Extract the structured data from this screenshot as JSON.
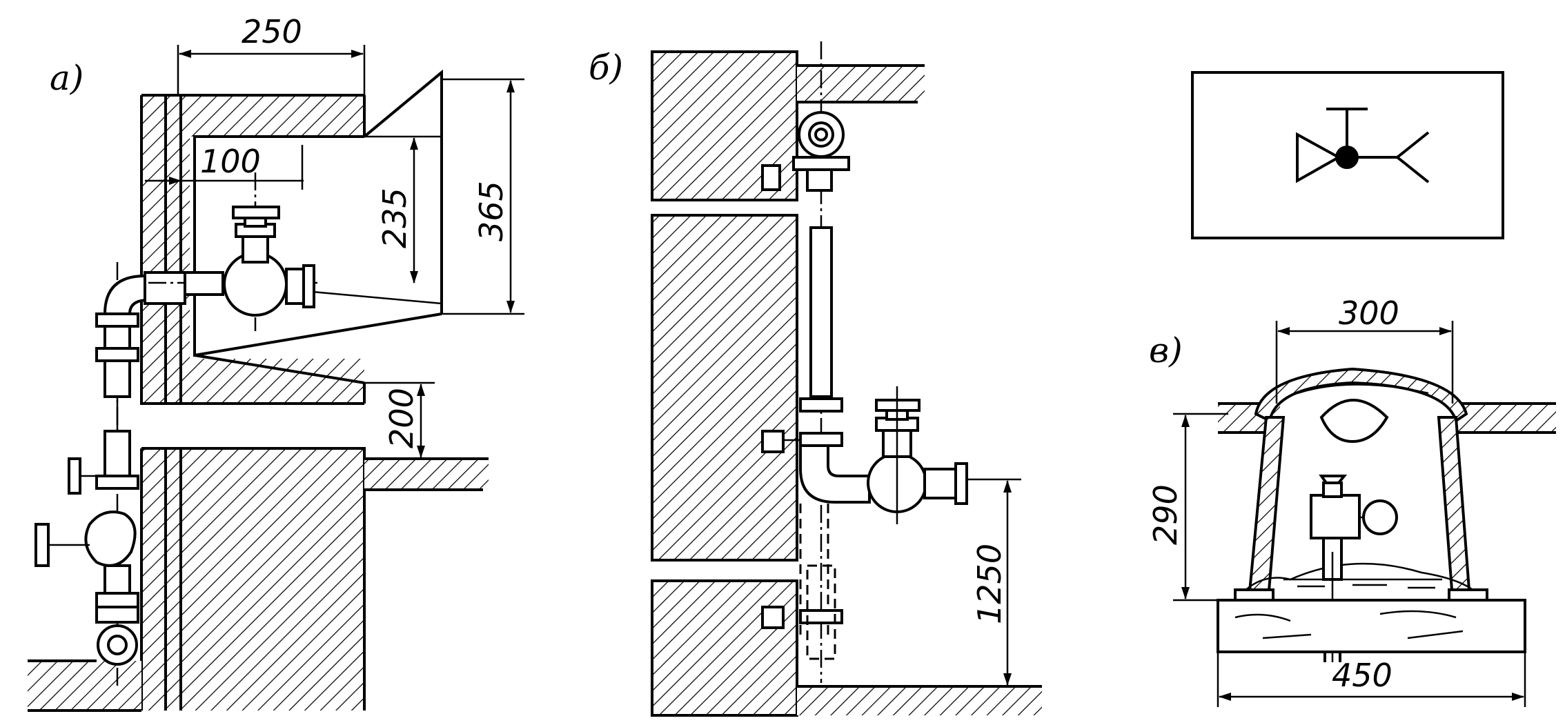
{
  "panels": {
    "a": {
      "label": "a)",
      "dims": {
        "width_top": "250",
        "inset": "100",
        "height_inner": "235",
        "height_outer": "365",
        "gap": "200"
      }
    },
    "b": {
      "label": "б)",
      "dims": {
        "height": "1250"
      }
    },
    "c": {
      "label": "в)",
      "dims": {
        "top_width": "300",
        "height": "290",
        "base_width": "450"
      }
    }
  }
}
